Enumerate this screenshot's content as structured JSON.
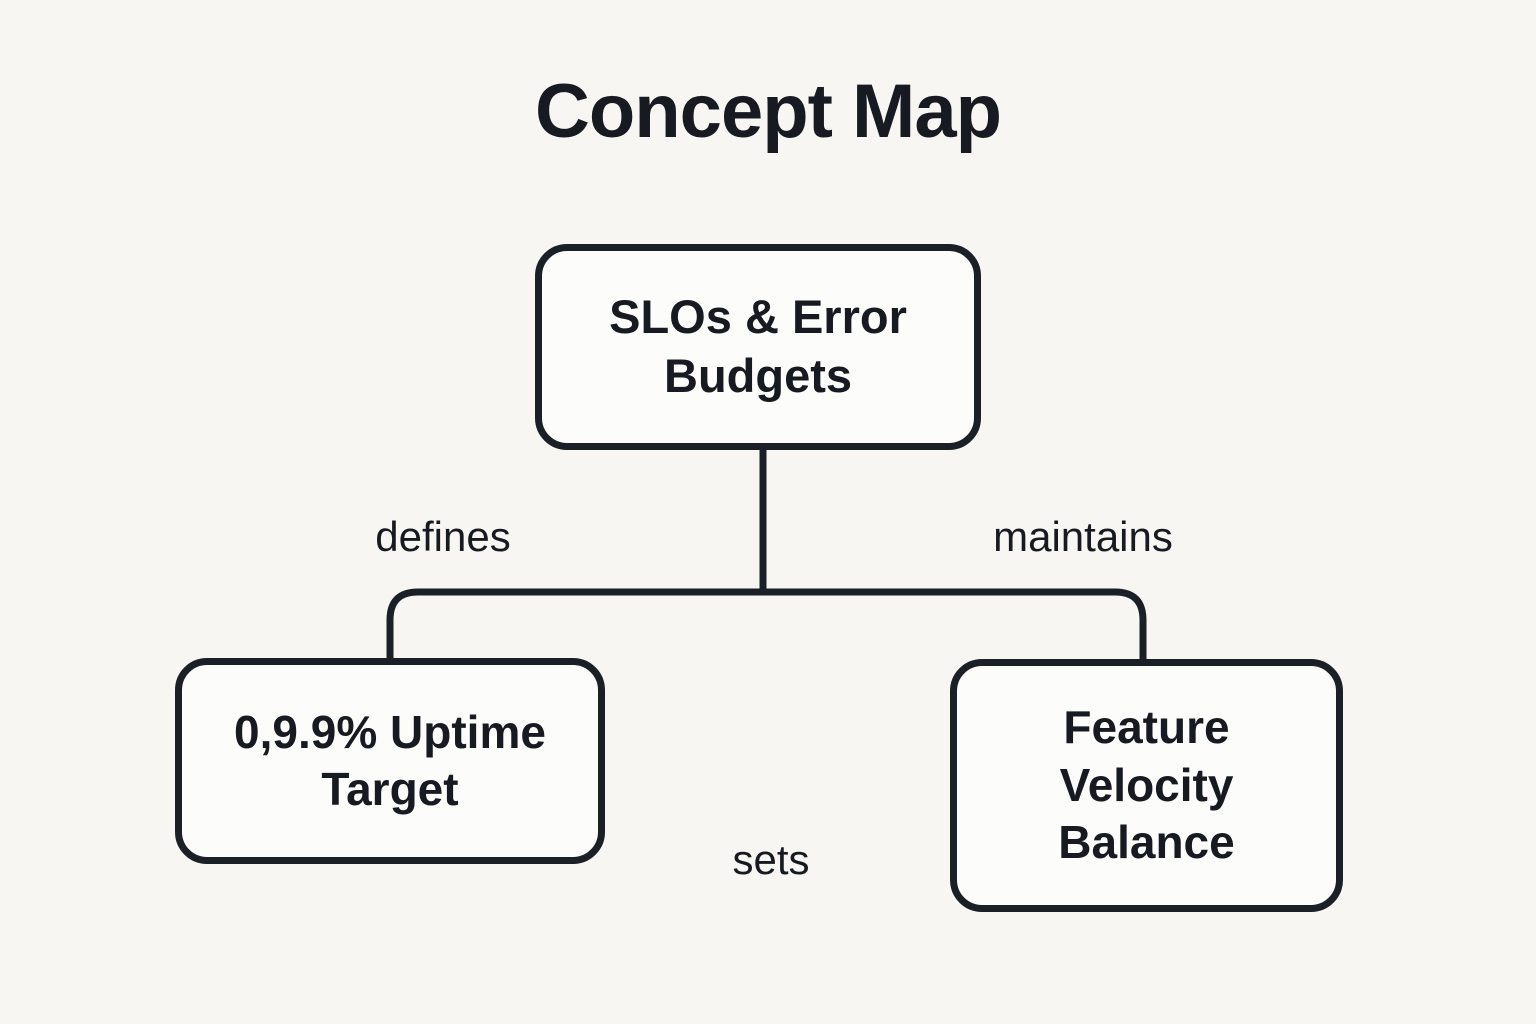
{
  "title": "Concept Map",
  "colors": {
    "background": "#f7f6f3",
    "node_fill": "#fcfcfa",
    "stroke": "#1b1f26",
    "text": "#171b21"
  },
  "diagram": {
    "root": {
      "label": "SLOs & Error Budgets"
    },
    "children": [
      {
        "label": "0,9.9% Uptime Target"
      },
      {
        "label": "Feature Velocity Balance"
      }
    ],
    "edge_labels": [
      {
        "text": "defines"
      },
      {
        "text": "maintains"
      },
      {
        "text": "sets"
      }
    ]
  }
}
